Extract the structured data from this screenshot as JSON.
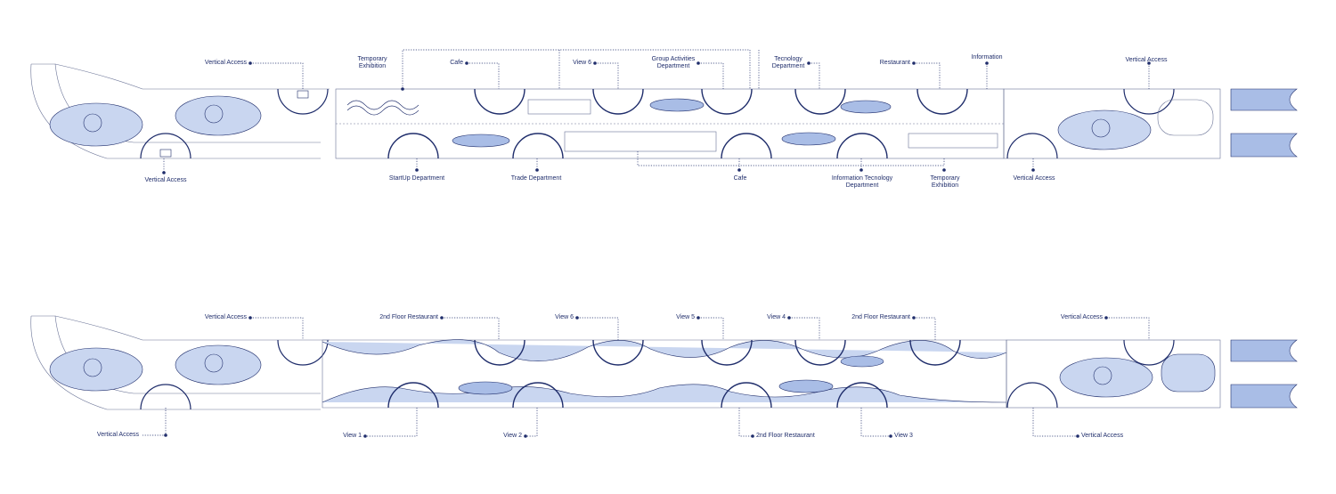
{
  "colors": {
    "ink": "#1f2d6b",
    "line": "#6a7396",
    "fill_light": "#c9d6f0",
    "fill_mid": "#a9bde6",
    "white": "#ffffff"
  },
  "upper_plan": {
    "top_labels": {
      "vertical_access_left": "Vertical Access",
      "temporary_exhibition": "Temporary\nExhibition",
      "cafe": "Cafe",
      "view_6": "View 6",
      "group_activities": "Group Activities\nDepartment",
      "technology_department": "Tecnology\nDepartment",
      "restaurant": "Restaurant",
      "information": "Information",
      "vertical_access_right": "Vertical Access"
    },
    "bottom_labels": {
      "vertical_access_left": "Vertical Access",
      "startup_department": "StartUp Department",
      "trade_department": "Trade Department",
      "cafe": "Cafe",
      "information_technology": "Information Tecnology\nDepartment",
      "temporary_exhibition": "Temporary\nExhibition",
      "vertical_access_right": "Vertical Access"
    }
  },
  "lower_plan": {
    "top_labels": {
      "vertical_access_left": "Vertical Access",
      "restaurant_a": "2nd Floor Restaurant",
      "view_6": "View 6",
      "view_5": "View 5",
      "view_4": "View 4",
      "restaurant_b": "2nd Floor Restaurant",
      "vertical_access_right": "Vertical Access"
    },
    "bottom_labels": {
      "vertical_access_left": "Vertical Access",
      "view_1": "View 1",
      "view_2": "View 2",
      "restaurant_c": "2nd Floor Restaurant",
      "view_3": "View 3",
      "vertical_access_right": "Vertical Access"
    }
  }
}
